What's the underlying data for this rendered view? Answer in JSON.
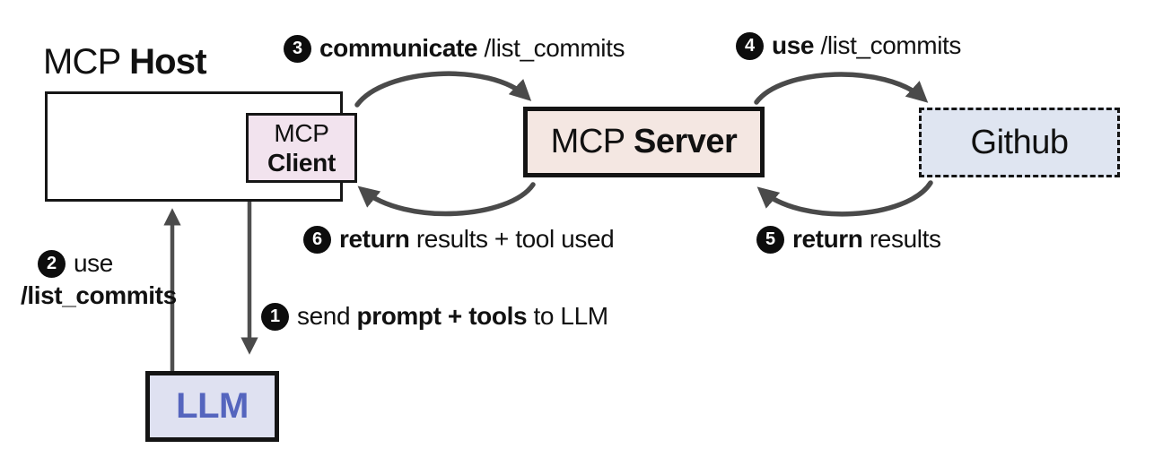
{
  "nodes": {
    "host_title": {
      "regular": "MCP ",
      "bold": "Host"
    },
    "client": {
      "line1": "MCP",
      "line2": "Client"
    },
    "server": {
      "regular": "MCP ",
      "bold": "Server"
    },
    "github": {
      "label": "Github"
    },
    "llm": {
      "label": "LLM"
    }
  },
  "steps": {
    "s1": {
      "num": "1",
      "t1": "send ",
      "t2": "prompt + tools",
      "t3": " to LLM"
    },
    "s2": {
      "num": "2",
      "t1": "use",
      "t2": "/list_commits"
    },
    "s3": {
      "num": "3",
      "t1": "communicate",
      "t2": " /list_commits"
    },
    "s4": {
      "num": "4",
      "t1": "use",
      "t2": " /list_commits"
    },
    "s5": {
      "num": "5",
      "t1": "return",
      "t2": " results"
    },
    "s6": {
      "num": "6",
      "t1": "return",
      "t2": " results + tool used"
    }
  },
  "colors": {
    "arrow": "#4a4a4a",
    "border": "#141414",
    "client_fill": "#f2e3ee",
    "server_fill": "#f4e7e2",
    "github_fill": "#dfe5f1",
    "llm_fill": "#dfe1f1",
    "llm_text": "#5565be"
  }
}
